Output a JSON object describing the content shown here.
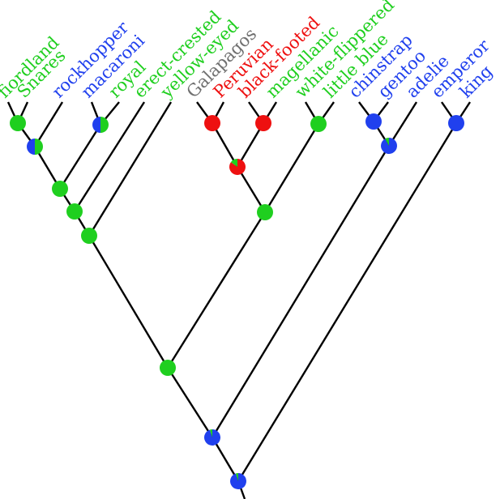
{
  "colors": {
    "green": "#1fcf1f",
    "blue": "#2040ee",
    "red": "#ee1010",
    "grey": "#707070",
    "branch": "#000000"
  },
  "tree": {
    "taxa": [
      {
        "id": "fiordland",
        "label": "fiordland",
        "color": "green"
      },
      {
        "id": "snares",
        "label": "Snares",
        "color": "green"
      },
      {
        "id": "rockhopper",
        "label": "rockhopper",
        "color": "blue"
      },
      {
        "id": "macaroni",
        "label": "macaroni",
        "color": "blue"
      },
      {
        "id": "royal",
        "label": "royal",
        "color": "green"
      },
      {
        "id": "erect-crested",
        "label": "erect-crested",
        "color": "green"
      },
      {
        "id": "yellow-eyed",
        "label": "yellow-eyed",
        "color": "green"
      },
      {
        "id": "galapagos",
        "label": "Galapagos",
        "color": "grey"
      },
      {
        "id": "peruvian",
        "label": "Peruvian",
        "color": "red"
      },
      {
        "id": "black-footed",
        "label": "black-footed",
        "color": "red"
      },
      {
        "id": "magellanic",
        "label": "magellanic",
        "color": "green"
      },
      {
        "id": "white-flippered",
        "label": "white-flippered",
        "color": "green"
      },
      {
        "id": "little-blue",
        "label": "little blue",
        "color": "green"
      },
      {
        "id": "chinstrap",
        "label": "chinstrap",
        "color": "blue"
      },
      {
        "id": "gentoo",
        "label": "gentoo",
        "color": "blue"
      },
      {
        "id": "adelie",
        "label": "adelie",
        "color": "blue"
      },
      {
        "id": "emperor",
        "label": "emperor",
        "color": "blue"
      },
      {
        "id": "king",
        "label": "king",
        "color": "blue"
      }
    ],
    "nodes": [
      {
        "id": "n-fiordland-snares",
        "children": [
          "fiordland",
          "snares"
        ],
        "states": [
          {
            "color": "green",
            "share": 1.0
          }
        ]
      },
      {
        "id": "n-snares-rockhopper",
        "children": [
          "n-fiordland-snares",
          "rockhopper"
        ],
        "states": [
          {
            "color": "green",
            "share": 0.5
          },
          {
            "color": "blue",
            "share": 0.5
          }
        ]
      },
      {
        "id": "n-macaroni-royal",
        "children": [
          "macaroni",
          "royal"
        ],
        "states": [
          {
            "color": "green",
            "share": 0.5
          },
          {
            "color": "blue",
            "share": 0.5
          }
        ]
      },
      {
        "id": "n-crested-a",
        "children": [
          "n-snares-rockhopper",
          "n-macaroni-royal"
        ],
        "states": [
          {
            "color": "green",
            "share": 1.0
          }
        ]
      },
      {
        "id": "n-crested-b",
        "children": [
          "n-crested-a",
          "erect-crested"
        ],
        "states": [
          {
            "color": "green",
            "share": 1.0
          }
        ]
      },
      {
        "id": "n-crested-c",
        "children": [
          "n-crested-b",
          "yellow-eyed"
        ],
        "states": [
          {
            "color": "green",
            "share": 1.0
          }
        ]
      },
      {
        "id": "n-galapagos-peruvian",
        "children": [
          "galapagos",
          "peruvian"
        ],
        "states": [
          {
            "color": "red",
            "share": 1.0
          }
        ]
      },
      {
        "id": "n-blackfooted-magellanic",
        "children": [
          "black-footed",
          "magellanic"
        ],
        "states": [
          {
            "color": "red",
            "share": 1.0
          }
        ]
      },
      {
        "id": "n-spheniscus",
        "children": [
          "n-galapagos-peruvian",
          "n-blackfooted-magellanic"
        ],
        "states": [
          {
            "color": "red",
            "share": 0.85
          },
          {
            "color": "green",
            "share": 0.15
          }
        ]
      },
      {
        "id": "n-littleblue",
        "children": [
          "white-flippered",
          "little-blue"
        ],
        "states": [
          {
            "color": "green",
            "share": 1.0
          }
        ]
      },
      {
        "id": "n-spheniscus-eudyptula",
        "children": [
          "n-spheniscus",
          "n-littleblue"
        ],
        "states": [
          {
            "color": "green",
            "share": 1.0
          }
        ]
      },
      {
        "id": "n-chinstrap-gentoo",
        "children": [
          "chinstrap",
          "gentoo"
        ],
        "states": [
          {
            "color": "blue",
            "share": 1.0
          }
        ]
      },
      {
        "id": "n-pygoscelis",
        "children": [
          "n-chinstrap-gentoo",
          "adelie"
        ],
        "states": [
          {
            "color": "blue",
            "share": 0.92
          },
          {
            "color": "green",
            "share": 0.08
          }
        ]
      },
      {
        "id": "n-aptenodytes",
        "children": [
          "emperor",
          "king"
        ],
        "states": [
          {
            "color": "blue",
            "share": 1.0
          }
        ]
      },
      {
        "id": "n-big-green",
        "children": [
          "n-crested-c",
          "n-spheniscus-eudyptula"
        ],
        "states": [
          {
            "color": "green",
            "share": 1.0
          }
        ]
      },
      {
        "id": "n-mid-blue",
        "children": [
          "n-big-green",
          "n-pygoscelis"
        ],
        "states": [
          {
            "color": "blue",
            "share": 0.95
          },
          {
            "color": "green",
            "share": 0.05
          }
        ]
      },
      {
        "id": "n-root",
        "children": [
          "n-mid-blue",
          "n-aptenodytes"
        ],
        "states": [
          {
            "color": "blue",
            "share": 0.95
          },
          {
            "color": "green",
            "share": 0.05
          }
        ]
      }
    ]
  }
}
